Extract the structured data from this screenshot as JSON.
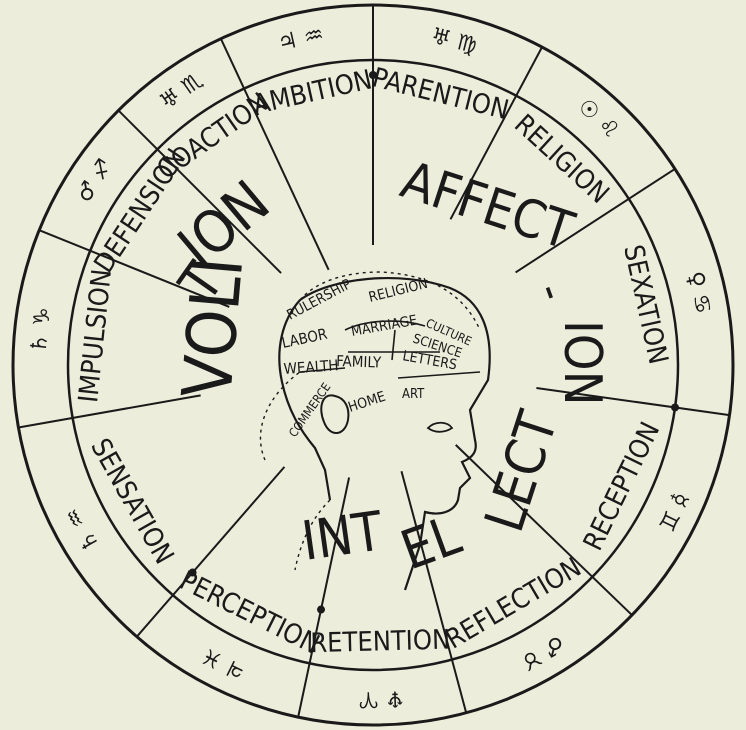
{
  "outer_labels": [
    "AMBITION",
    "PARENTION",
    "RELIGION",
    "SEXATION",
    "RECEPTION",
    "REFLECTION",
    "RETENTION",
    "PERCEPTION",
    "SENSATION",
    "IMPULSION",
    "DEFENSION",
    "COACTION"
  ],
  "zodiac_symbols": [
    "♃ ♒",
    "♅ ♍",
    "☉ ♌",
    "♀ ♋",
    "☿ ♊",
    "♂ ♉",
    "♆ ♈",
    "♃ ♓",
    "♄ ♒",
    "♄ ♑",
    "♂ ♐",
    "♅ ♏"
  ],
  "groups": {
    "volition": "VOLITION",
    "affection": "AFFECTION",
    "intellect": "INTELLECT",
    "volition_split": [
      "VOLI",
      "T",
      "ION"
    ],
    "affect_split": [
      "AFFECT",
      "-",
      "ION"
    ],
    "intellect_split": [
      "INT",
      "EL",
      "LECT"
    ]
  },
  "head_labels": {
    "rulership": "RULERSHIP",
    "labor": "LABOR",
    "wealth": "WEALTH",
    "commerce": "COMMERCE",
    "religion": "RELIGION",
    "marriage": "MARRIAGE",
    "family": "FAMILY",
    "home": "HOME",
    "culture": "CULTURE",
    "science": "SCIENCE",
    "letters": "LETTERS",
    "art": "ART"
  }
}
